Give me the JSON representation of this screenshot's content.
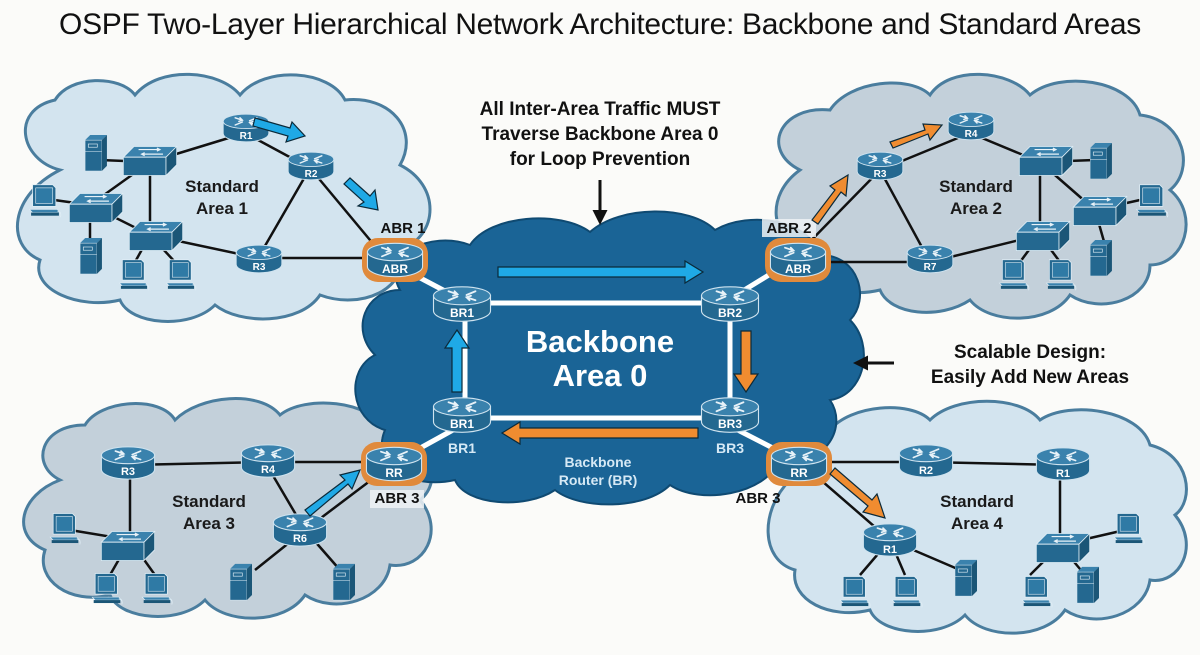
{
  "title": "OSPF Two-Layer Hierarchical Network Architecture: Backbone and Standard Areas",
  "colors": {
    "backbone_fill": "#1a6496",
    "area_light_fill": "#d3e4ef",
    "area_gray_fill": "#c3d0da",
    "cloud_stroke": "#4a7d9e",
    "device_fill": "#2a7199",
    "abr_ring": "#e08a3c",
    "arrow_blue": "#1fa9e6",
    "arrow_orange": "#f08c30"
  },
  "annotations": {
    "loop_prevention": [
      "All Inter-Area Traffic MUST",
      "Traverse Backbone Area 0",
      "for Loop Prevention"
    ],
    "scalable": [
      "Scalable Design:",
      "Easily Add New Areas"
    ]
  },
  "backbone": {
    "label": [
      "Backbone",
      "Area 0"
    ],
    "router_caption": [
      "Backbone",
      "Router (BR)"
    ],
    "routers": [
      {
        "id": "br1-top",
        "label": "BR1",
        "sublabel": ""
      },
      {
        "id": "br2",
        "label": "BR2",
        "sublabel": ""
      },
      {
        "id": "br1-bottom",
        "label": "BR1",
        "sublabel": "BR1"
      },
      {
        "id": "br3",
        "label": "BR3",
        "sublabel": "BR3"
      }
    ]
  },
  "areas": [
    {
      "id": "area1",
      "label": [
        "Standard",
        "Area 1"
      ],
      "abr_tag": "ABR 1",
      "abr_label": "ABR",
      "routers": [
        "R1",
        "R2",
        "R3"
      ]
    },
    {
      "id": "area2",
      "label": [
        "Standard",
        "Area 2"
      ],
      "abr_tag": "ABR 2",
      "abr_label": "ABR",
      "routers": [
        "R4",
        "R3",
        "R7"
      ]
    },
    {
      "id": "area3",
      "label": [
        "Standard",
        "Area 3"
      ],
      "abr_tag": "ABR 3",
      "abr_label": "RR",
      "routers": [
        "R3",
        "R4",
        "R6"
      ]
    },
    {
      "id": "area4",
      "label": [
        "Standard",
        "Area 4"
      ],
      "abr_tag": "ABR 3",
      "abr_label": "RR",
      "routers": [
        "R2",
        "R1",
        "R1"
      ]
    }
  ]
}
